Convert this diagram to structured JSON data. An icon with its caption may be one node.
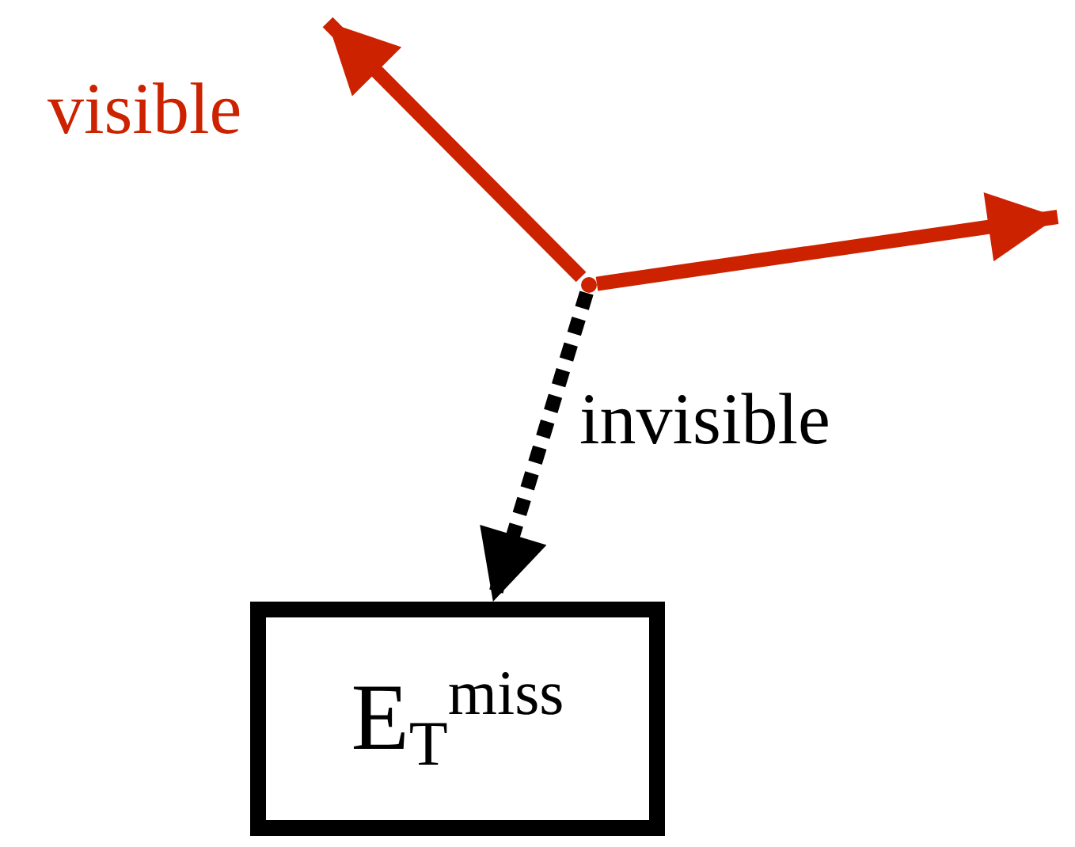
{
  "diagram": {
    "nodes": [
      {
        "text": [],
        "shape": "point"
      },
      {
        "text": [
          "E$_{T}$$^{miss}$"
        ]
      }
    ],
    "edges": [
      {
        "from": 0,
        "to": null,
        "arrow": "to",
        "label": "visible",
        "color": "#cc2200"
      },
      {
        "from": 0,
        "to": null,
        "arrow": "to",
        "color": "#cc2200"
      },
      {
        "from": 0,
        "to": 1,
        "arrow": "to",
        "label": "invisible",
        "style": "dashed",
        "color": "#000000"
      }
    ]
  }
}
